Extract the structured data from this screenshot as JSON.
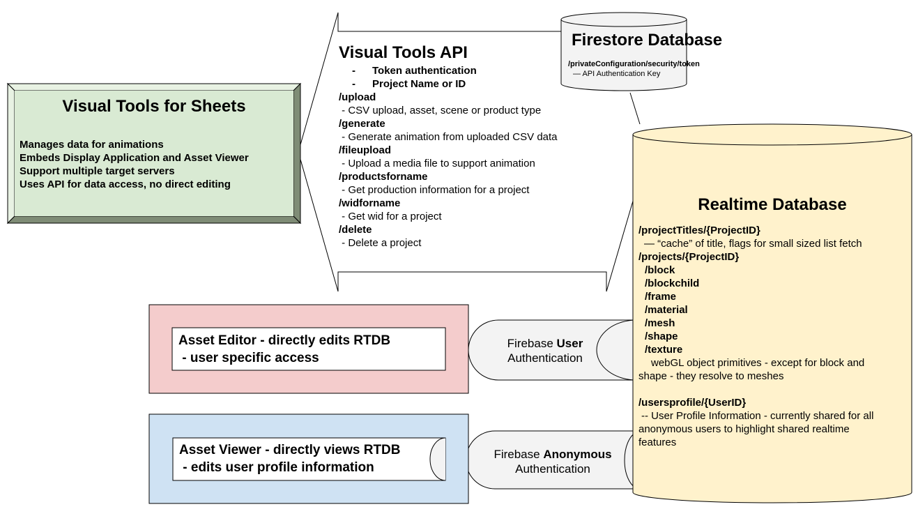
{
  "sheets": {
    "title": "Visual Tools for Sheets",
    "items": [
      "Manages data for animations",
      "Embeds Display Application and Asset Viewer",
      "Support multiple target servers",
      "Uses API for data access, no direct editing"
    ]
  },
  "api": {
    "title": "Visual Tools API",
    "bullets": [
      "Token authentication",
      "Project Name or ID"
    ],
    "bullet_marker": "-",
    "endpoints": [
      {
        "path": "/upload",
        "desc": " - CSV upload, asset, scene or product type"
      },
      {
        "path": "/generate",
        "desc": " - Generate animation from uploaded CSV data"
      },
      {
        "path": "/fileupload",
        "desc": " - Upload a media file to support animation"
      },
      {
        "path": "/productsforname",
        "desc": " - Get production information for a project"
      },
      {
        "path": "/widforname",
        "desc": " - Get wid for a project"
      },
      {
        "path": "/delete",
        "desc": " - Delete a project"
      }
    ]
  },
  "firestore": {
    "title": "Firestore Database",
    "path": "/privateConfiguration/security/token",
    "note": "— API Authentication Key"
  },
  "rtdb": {
    "title": "Realtime Database",
    "project_titles_path": "/projectTitles/{ProjectID}",
    "project_titles_note": "— “cache” of title, flags for small sized list fetch",
    "projects_path": "/projects/{ProjectID}",
    "children": [
      "/block",
      "/blockchild",
      "/frame",
      "/material",
      "/mesh",
      "/shape",
      "/texture"
    ],
    "primitives_note_1": "webGL object primitives - except for block and",
    "primitives_note_2": "shape - they resolve to meshes",
    "usersprofile_path": "/usersprofile/{UserID}",
    "usersprofile_note_1": "-- User Profile Information - currently shared for all",
    "usersprofile_note_2": "anonymous users to highlight shared realtime",
    "usersprofile_note_3": "features"
  },
  "editor": {
    "line1": "Asset Editor - directly edits RTDB",
    "line2": " - user specific access"
  },
  "viewer": {
    "line1": "Asset Viewer - directly views RTDB",
    "line2": " - edits user profile information"
  },
  "user_auth": {
    "prefix": "Firebase ",
    "bold": "User",
    "line2": "Authentication"
  },
  "anon_auth": {
    "prefix": "Firebase ",
    "bold": "Anonymous",
    "line2": "Authentication"
  },
  "colors": {
    "sheets_fill": "#d9ead3",
    "sheets_bevel_dark": "#7f8c76",
    "sheets_bevel_light": "#e8f2e3",
    "editor_fill": "#f4cccc",
    "viewer_fill": "#cfe2f3",
    "rtdb_fill": "#fff2cc",
    "firestore_fill": "#f3f3f3",
    "connector_fill": "#f3f3f3"
  }
}
